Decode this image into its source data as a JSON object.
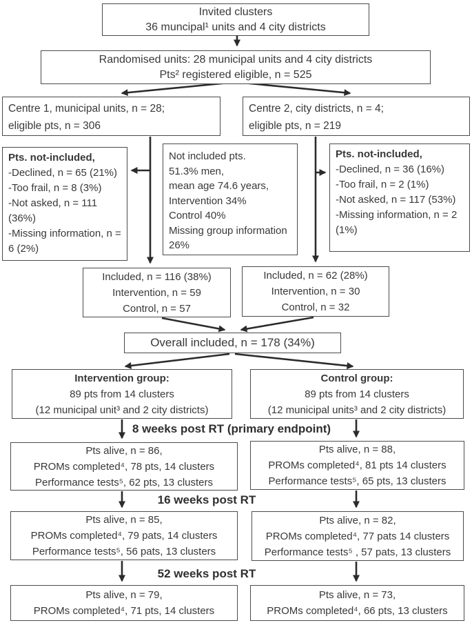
{
  "page": {
    "background": "#ffffff",
    "box_border_color": "#4a4a4a",
    "text_color": "#383838",
    "arrow_color": "#2b2b2b"
  },
  "boxes": {
    "invited": {
      "lines": [
        "Invited clusters",
        "36 muncipal¹ units and 4 city districts"
      ]
    },
    "randomised": {
      "lines": [
        "Randomised units: 28 municipal units and 4 city districts",
        "Pts² registered eligible, n = 525"
      ]
    },
    "centre1": {
      "lines": [
        "Centre 1, municipal units, n = 28;",
        "eligible pts, n = 306"
      ]
    },
    "centre2": {
      "lines": [
        "Centre 2, city districts, n = 4;",
        "eligible pts, n = 219"
      ]
    },
    "not_included_centre1": {
      "title": "Pts. not-included,",
      "lines": [
        "-Declined, n = 65 (21%)",
        "-Too frail, n = 8 (3%)",
        "-Not asked, n = 111 (36%)",
        "-Missing information, n = 6 (2%)"
      ]
    },
    "not_included_summary": {
      "lines": [
        "Not included pts.",
        "51.3% men,",
        "mean age 74.6 years,",
        "Intervention 34%",
        "Control 40%",
        "Missing group information 26%"
      ]
    },
    "not_included_centre2": {
      "title": "Pts. not-included,",
      "lines": [
        "-Declined, n = 36 (16%)",
        "-Too frail, n = 2 (1%)",
        "-Not asked, n = 117 (53%)",
        "-Missing information, n = 2 (1%)"
      ]
    },
    "included_centre1": {
      "lines": [
        "Included, n = 116 (38%)",
        "Intervention, n = 59",
        "Control, n = 57"
      ]
    },
    "included_centre2": {
      "lines": [
        "Included, n = 62 (28%)",
        "Intervention, n = 30",
        "Control, n = 32"
      ]
    },
    "overall_included": {
      "text": "Overall included, n = 178 (34%)"
    },
    "intervention_group": {
      "title": "Intervention group:",
      "lines": [
        "89 pts from 14 clusters",
        "(12 municipal unit³ and 2 city districts)"
      ]
    },
    "control_group": {
      "title": "Control group:",
      "lines": [
        "89 pts from 14 clusters",
        "(12 municipal units³ and 2 city districts)"
      ]
    },
    "week8_intervention": {
      "lines": [
        "Pts alive, n = 86,",
        "PROMs completed⁴, 78 pts, 14 clusters",
        "Performance tests⁵, 62 pts, 13 clusters"
      ]
    },
    "week8_control": {
      "lines": [
        "Pts alive, n = 88,",
        "PROMs completed⁴, 81 pts 14 clusters",
        "Performance tests⁵, 65 pts, 13 clusters"
      ]
    },
    "week16_intervention": {
      "lines": [
        "Pts alive, n = 85,",
        "PROMs completed⁴, 79 pats, 14 clusters",
        "Performance tests⁵, 56 pats, 13 clusters"
      ]
    },
    "week16_control": {
      "lines": [
        "Pts alive, n = 82,",
        "PROMs completed⁴, 77 pats 14 clusters",
        "Performance tests⁵ , 57 pats, 13 clusters"
      ]
    },
    "week52_intervention": {
      "lines": [
        "Pts alive, n = 79,",
        "PROMs completed⁴, 71 pts, 14 clusters"
      ]
    },
    "week52_control": {
      "lines": [
        "Pts alive, n = 73,",
        "PROMs completed⁴, 66 pts, 13 clusters"
      ]
    }
  },
  "section_labels": {
    "week8": "8 weeks post RT (primary endpoint)",
    "week16": "16 weeks post RT",
    "week52": "52 weeks post RT"
  }
}
